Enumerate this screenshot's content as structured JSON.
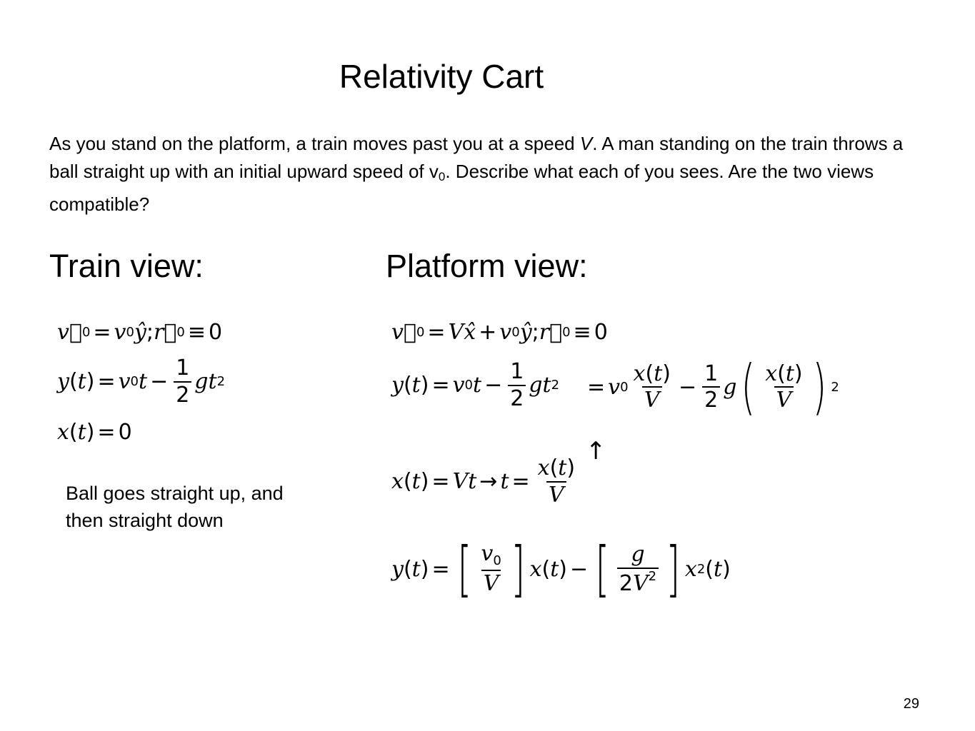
{
  "title": "Relativity Cart",
  "problem": {
    "part1": "As you stand on the platform, a train moves past you at a speed ",
    "speed_symbol": "V",
    "part2": ".  A man standing on the train throws a ball straight up with an initial upward speed of v",
    "sub0": "0",
    "part3": ".  Describe what each of you sees.  Are the two views compatible?"
  },
  "train_heading": "Train view:",
  "platform_heading": "Platform view:",
  "train_note_line1": "Ball goes straight up, and",
  "train_note_line2": "then straight down",
  "page_number": "29"
}
